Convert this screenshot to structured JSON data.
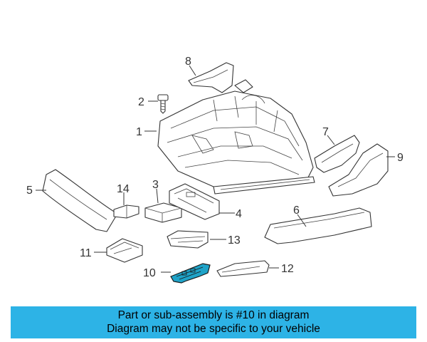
{
  "callouts": {
    "c1": "1",
    "c2": "2",
    "c3": "3",
    "c4": "4",
    "c5": "5",
    "c6": "6",
    "c7": "7",
    "c8": "8",
    "c9": "9",
    "c10": "10",
    "c11": "11",
    "c12": "12",
    "c13": "13",
    "c14": "14"
  },
  "highlighted_part": "10",
  "colors": {
    "highlight": "#1fa3c8",
    "banner": "#2db3e6"
  },
  "banner": {
    "line1": "Part or sub-assembly is #10 in diagram",
    "line2": "Diagram may not be specific to your vehicle"
  }
}
